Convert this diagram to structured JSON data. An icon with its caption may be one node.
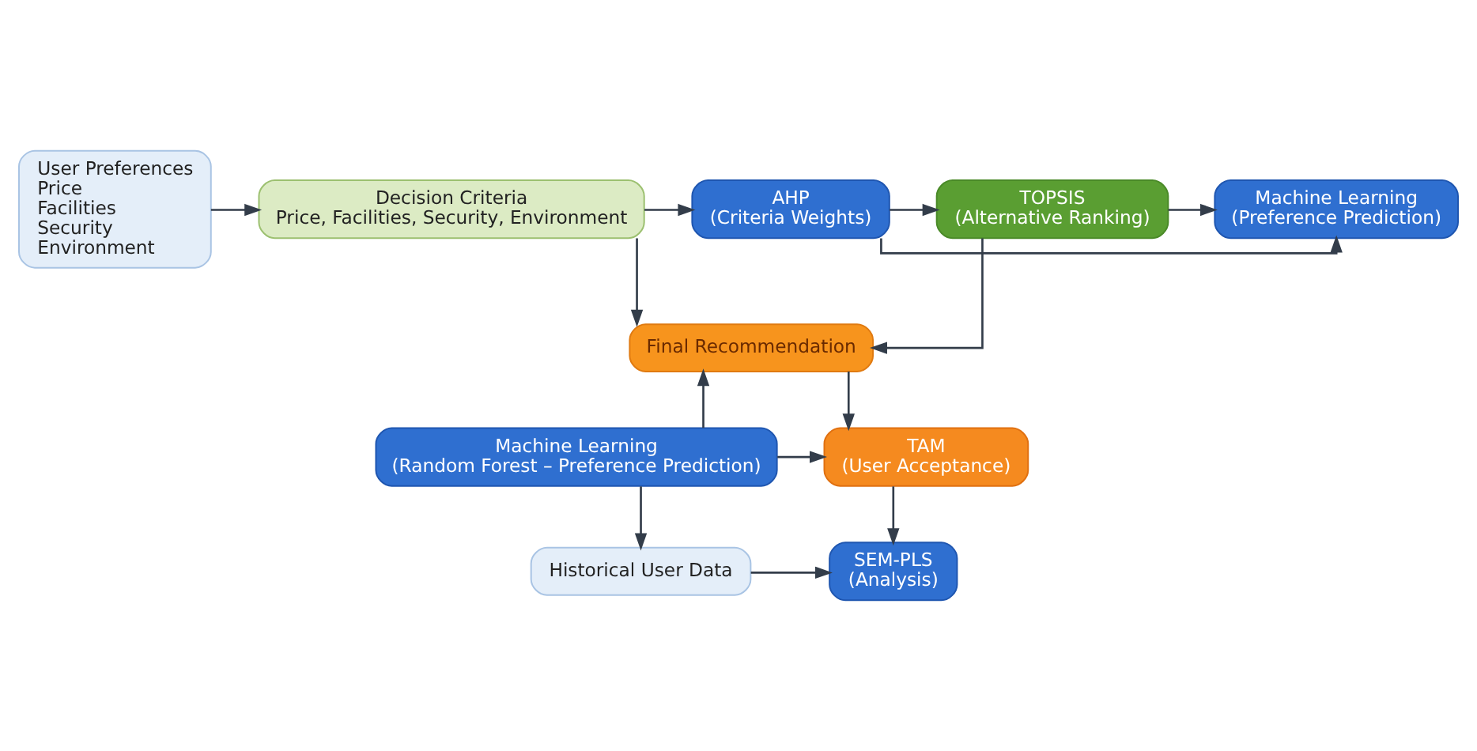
{
  "diagram": {
    "nodes": [
      {
        "text": [
          "User Preferences",
          "Price",
          "Facilities",
          "Security",
          "Environment"
        ]
      },
      {
        "text": [
          "Decision Criteria",
          "Price, Facilities, Security, Environment"
        ]
      },
      {
        "text": [
          "AHP",
          "(Criteria Weights)"
        ]
      },
      {
        "text": [
          "TOPSIS",
          "(Alternative Ranking)"
        ]
      },
      {
        "text": [
          "Machine Learning",
          "(Preference Prediction)"
        ]
      },
      {
        "text": [
          "Final Recommendation"
        ]
      },
      {
        "text": [
          "Machine Learning",
          "(Random Forest – Preference Prediction)"
        ]
      },
      {
        "text": [
          "TAM",
          "(User Acceptance)"
        ]
      },
      {
        "text": [
          "Historical User Data"
        ]
      },
      {
        "text": [
          "SEM-PLS",
          "(Analysis)"
        ]
      }
    ],
    "edges": [
      {
        "from": 0,
        "to": 1,
        "arrow": "to"
      },
      {
        "from": 1,
        "to": 2,
        "arrow": "to"
      },
      {
        "from": 2,
        "to": 3,
        "arrow": "to"
      },
      {
        "from": 3,
        "to": 4,
        "arrow": "to"
      },
      {
        "from": 2,
        "to": 4,
        "arrow": "to"
      },
      {
        "from": 3,
        "to": 5,
        "arrow": "to"
      },
      {
        "from": 1,
        "to": 5,
        "arrow": "to"
      },
      {
        "from": 6,
        "to": 5,
        "arrow": "to"
      },
      {
        "from": 6,
        "to": 7,
        "arrow": "to"
      },
      {
        "from": 5,
        "to": 7,
        "arrow": "to"
      },
      {
        "from": 7,
        "to": 9,
        "arrow": "to"
      },
      {
        "from": 6,
        "to": 8,
        "arrow": "to"
      },
      {
        "from": 8,
        "to": 9,
        "arrow": "to"
      }
    ]
  }
}
